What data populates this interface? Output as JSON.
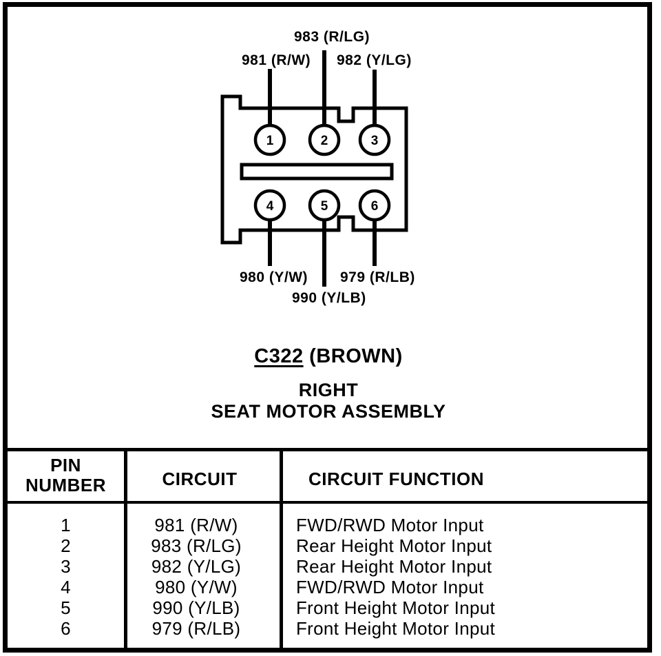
{
  "colors": {
    "ink": "#000000",
    "paper": "#ffffff"
  },
  "diagram": {
    "connector_id": "C322",
    "connector_note": "(BROWN)",
    "assembly_line1": "RIGHT",
    "assembly_line2": "SEAT MOTOR ASSEMBLY",
    "pins": [
      {
        "number": "1",
        "wire": "981 (R/W)"
      },
      {
        "number": "2",
        "wire": "983 (R/LG)"
      },
      {
        "number": "3",
        "wire": "982 (Y/LG)"
      },
      {
        "number": "4",
        "wire": "980 (Y/W)"
      },
      {
        "number": "5",
        "wire": "990 (Y/LB)"
      },
      {
        "number": "6",
        "wire": "979 (R/LB)"
      }
    ]
  },
  "table": {
    "headers": {
      "pin": "PIN\nNUMBER",
      "circuit": "CIRCUIT",
      "function": "CIRCUIT FUNCTION"
    },
    "rows": [
      {
        "pin": "1",
        "circuit": "981 (R/W)",
        "function": "FWD/RWD Motor Input"
      },
      {
        "pin": "2",
        "circuit": "983 (R/LG)",
        "function": "Rear Height Motor Input"
      },
      {
        "pin": "3",
        "circuit": "982 (Y/LG)",
        "function": "Rear Height Motor Input"
      },
      {
        "pin": "4",
        "circuit": "980 (Y/W)",
        "function": "FWD/RWD Motor Input"
      },
      {
        "pin": "5",
        "circuit": "990 (Y/LB)",
        "function": "Front Height Motor Input"
      },
      {
        "pin": "6",
        "circuit": "979 (R/LB)",
        "function": "Front Height Motor Input"
      }
    ]
  }
}
